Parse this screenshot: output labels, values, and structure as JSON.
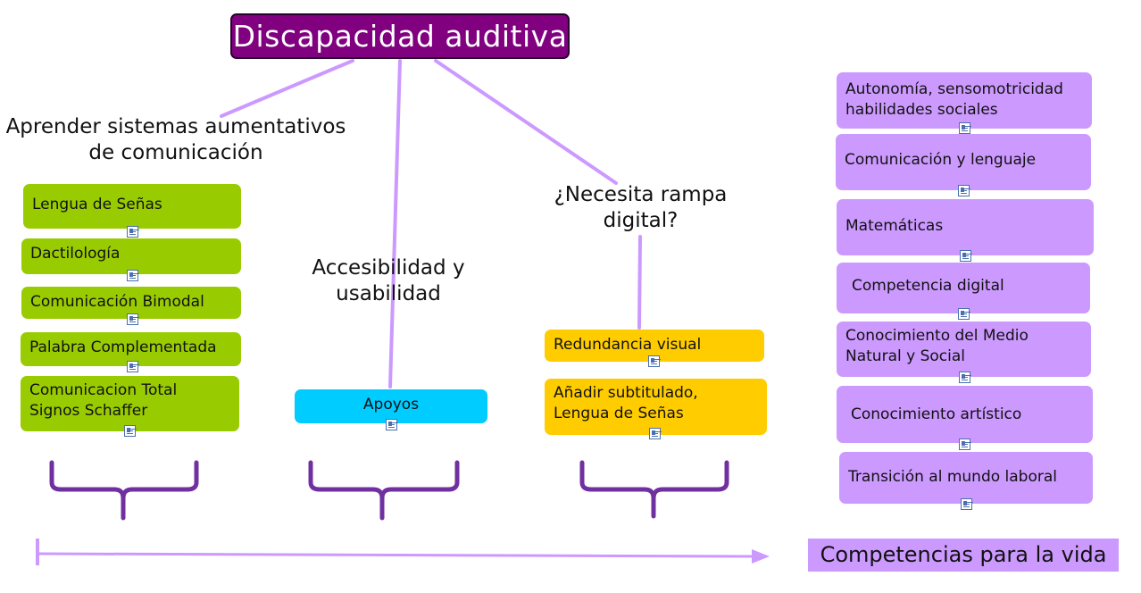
{
  "title": "Discapacidad auditiva",
  "branches": {
    "aprender": "Aprender sistemas aumentativos de comunicación",
    "accesibilidad": "Accesibilidad y usabilidad",
    "rampa": "¿Necesita rampa digital?"
  },
  "green_items": [
    "Lengua de Señas",
    "Dactilología",
    "Comunicación Bimodal",
    "Palabra Complementada",
    "Comunicacion Total Signos Schaffer"
  ],
  "cyan_items": [
    "Apoyos"
  ],
  "amber_items": [
    "Redundancia visual",
    "Añadir subtitulado, Lengua de Señas"
  ],
  "purple_items": [
    "Autonomía, sensomotricidad habilidades sociales",
    "Comunicación y lenguaje",
    "Matemáticas",
    "Competencia digital",
    "Conocimiento del Medio Natural y Social",
    "Conocimiento artístico",
    "Transición al mundo laboral"
  ],
  "competencias": "Competencias para la vida",
  "colors": {
    "title_bg": "#800080",
    "connector": "#cc99ff",
    "green": "#99cc00",
    "cyan": "#00ccff",
    "amber": "#ffcc00",
    "purple": "#cc99ff",
    "brace": "#7030a0"
  },
  "icons": {
    "note": "note-icon",
    "brace": "brace-icon",
    "arrow": "arrow-icon"
  }
}
